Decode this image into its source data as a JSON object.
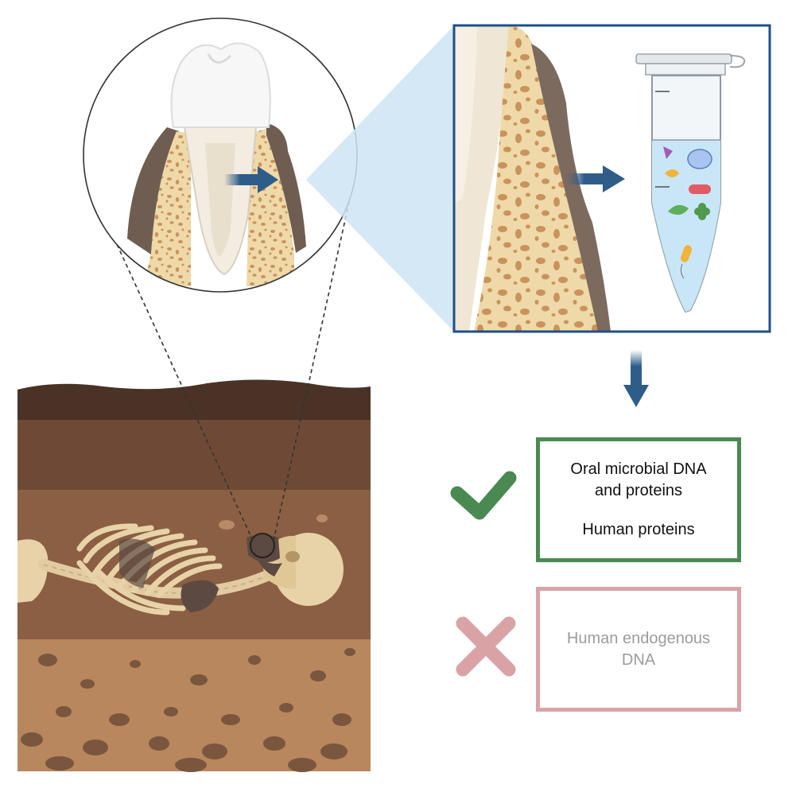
{
  "results": {
    "retained": {
      "line1": "Oral microbial DNA",
      "line2": "and proteins",
      "line3": "Human proteins",
      "icon": "checkmark-icon",
      "color": "#4a8a52"
    },
    "not_retained": {
      "line1": "Human endogenous",
      "line2": "DNA",
      "icon": "cross-icon",
      "color": "#d9a3a6"
    }
  },
  "colors": {
    "arrow": "#2f5d8a",
    "panel_border": "#1f4f86",
    "bone": "#efd9a8",
    "calculus": "#7d6a5e",
    "soil_dark": "#4a3226",
    "soil_mid": "#8b5f43",
    "soil_light": "#b8875d"
  }
}
